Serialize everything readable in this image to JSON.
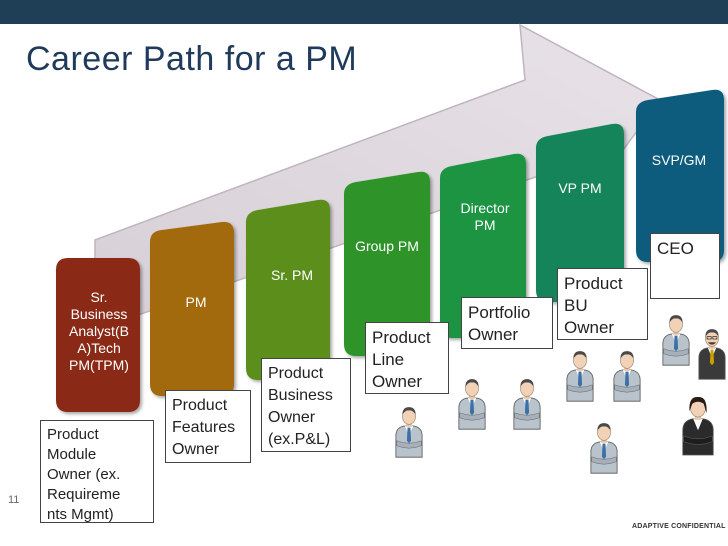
{
  "slide": {
    "title": "Career Path for a PM",
    "page_number": "11",
    "footer": "ADAPTIVE CONFIDENTIAL"
  },
  "steps": [
    {
      "label": "Sr.\nBusiness\nAnalyst(B\nA)Tech\nPM(TPM)",
      "color": "#8a2a13"
    },
    {
      "label": "PM",
      "color": "#a26a07"
    },
    {
      "label": "Sr. PM",
      "color": "#5c8e1d"
    },
    {
      "label": "Group PM",
      "color": "#2f9429"
    },
    {
      "label": "Director\nPM",
      "color": "#1f9443"
    },
    {
      "label": "VP PM",
      "color": "#13845a"
    },
    {
      "label": "SVP/GM",
      "color": "#0e5b7d"
    }
  ],
  "owners": [
    {
      "text": "Product\nModule\nOwner (ex.\nRequireme\nnts Mgmt)"
    },
    {
      "text": "Product\nFeatures\nOwner"
    },
    {
      "text": "Product\nBusiness\nOwner\n(ex.P&L)"
    },
    {
      "text": "Product\nLine\nOwner"
    },
    {
      "text": "Portfolio\nOwner"
    },
    {
      "text": "Product\nBU\nOwner"
    },
    {
      "text": "CEO"
    }
  ],
  "icons": {
    "arrow": "arrow-background",
    "person": "business-person-icon",
    "executive": "executive-icon",
    "woman": "businesswoman-icon"
  }
}
